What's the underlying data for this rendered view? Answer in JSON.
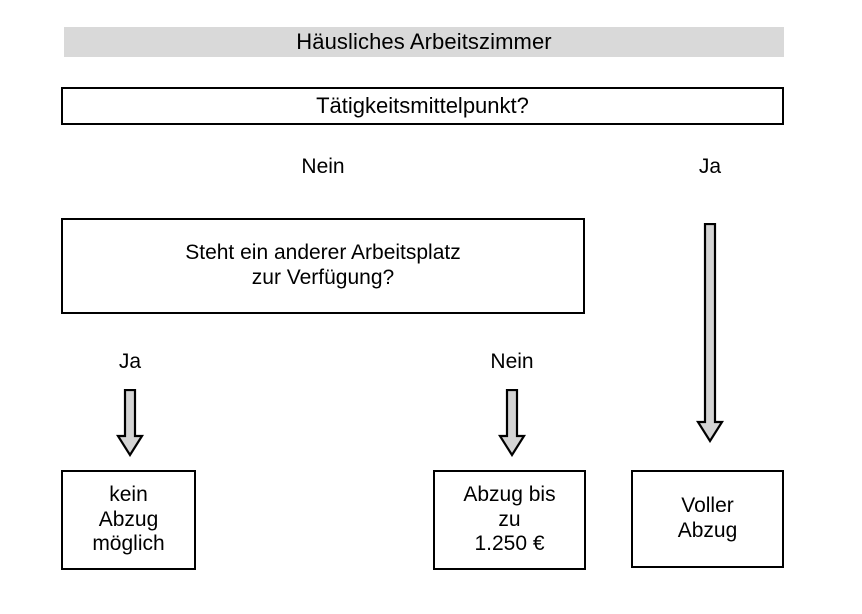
{
  "diagram": {
    "title": "Häusliches Arbeitszimmer",
    "accent_gray": "#d9d9d9",
    "border_color": "#000000",
    "arrow_fill": "#d4d4d4",
    "arrow_stroke": "#000000",
    "nodes": {
      "title_banner": "Häusliches Arbeitszimmer",
      "question_1": "Tätigkeitsmittelpunkt?",
      "question_2_line1": "Steht ein anderer Arbeitsplatz",
      "question_2_line2": "zur Verfügung?",
      "outcome_1_line1": "kein",
      "outcome_1_line2": "Abzug",
      "outcome_1_line3": "möglich",
      "outcome_2_line1": "Abzug bis",
      "outcome_2_line2": "zu",
      "outcome_2_line3": "1.250 €",
      "outcome_3_line1": "Voller",
      "outcome_3_line2": "Abzug"
    },
    "edge_labels": {
      "q1_no": "Nein",
      "q1_yes": "Ja",
      "q2_yes": "Ja",
      "q2_no": "Nein"
    },
    "arrows": {
      "left": "down-arrow-icon",
      "middle": "down-arrow-icon",
      "right": "down-arrow-icon"
    }
  }
}
